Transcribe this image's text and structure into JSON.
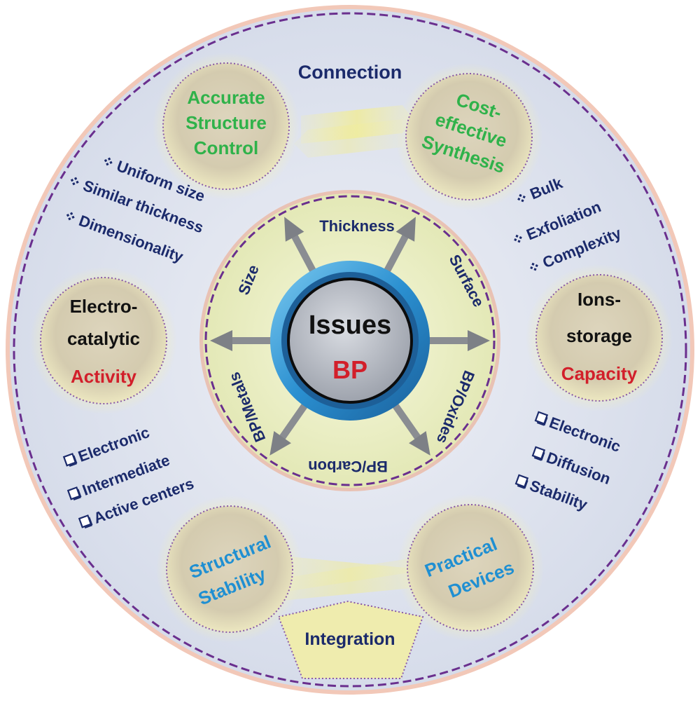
{
  "colors": {
    "navy": "#1b2a6b",
    "green": "#2fb24a",
    "red": "#d21f2a",
    "blue": "#1f8fd2",
    "black": "#111111",
    "dash": "#6a2f8e",
    "outer_fill": "#dfe4f0",
    "inner_fill": "#eef2c8",
    "bubble_fill": "#d8d0b6",
    "core_ring": "#3a9fd8",
    "core_fill": "#b8bcc4"
  },
  "center": {
    "title": "Issues",
    "subtitle": "BP"
  },
  "inner_ring": {
    "labels": {
      "thickness": "Thickness",
      "size": "Size",
      "surface": "Surface",
      "bp_metals": "BP/Metals",
      "bp_oxides": "BP/Oxides",
      "bp_carbon": "BP/Carbon"
    }
  },
  "bubbles": {
    "accurate": {
      "lines": [
        "Accurate",
        "Structure",
        "Control"
      ]
    },
    "cost": {
      "lines": [
        "Cost-",
        "effective",
        "Synthesis"
      ]
    },
    "electro": {
      "lines": [
        "Electro-",
        "catalytic"
      ],
      "highlight": "Activity"
    },
    "ions": {
      "lines": [
        "Ions-",
        "storage"
      ],
      "highlight": "Capacity"
    },
    "structural": {
      "lines": [
        "Structural",
        "Stability"
      ]
    },
    "practical": {
      "lines": [
        "Practical",
        "Devices"
      ]
    }
  },
  "connectors": {
    "connection": "Connection",
    "integration": "Integration"
  },
  "lists": {
    "accurate_bullets": [
      "Uniform size",
      "Similar thickness",
      "Dimensionality"
    ],
    "cost_bullets": [
      "Bulk",
      "Exfoliation",
      "Complexity"
    ],
    "electro_checks": [
      "Electronic",
      "Intermediate",
      "Active centers"
    ],
    "ions_checks": [
      "Electronic",
      "Diffusion",
      "Stability"
    ]
  },
  "icons": {
    "bullet": "four-diamond-bullet-icon",
    "check": "empty-checkbox-icon",
    "arrow": "gray-arrow-icon"
  }
}
